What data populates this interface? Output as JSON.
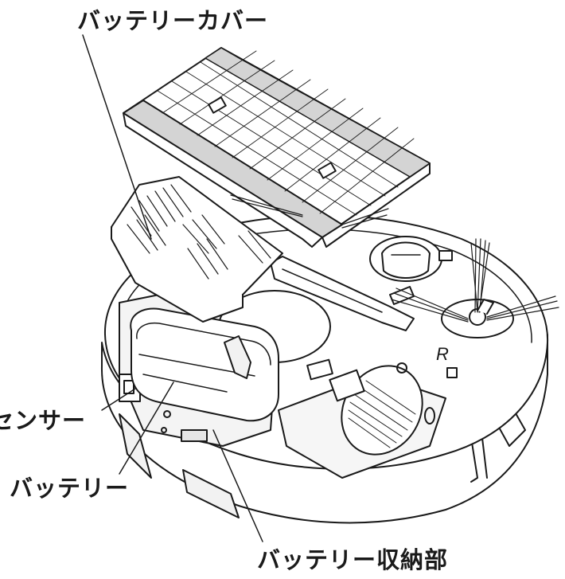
{
  "labels": {
    "battery_cover": "バッテリーカバー",
    "sensor": "センサー",
    "battery": "バッテリー",
    "battery_compartment": "バッテリー収納部"
  },
  "colors": {
    "line": "#1a1a1a",
    "fill": "#ffffff",
    "cover_band": "#d4d4d4",
    "shade": "#ececec"
  }
}
